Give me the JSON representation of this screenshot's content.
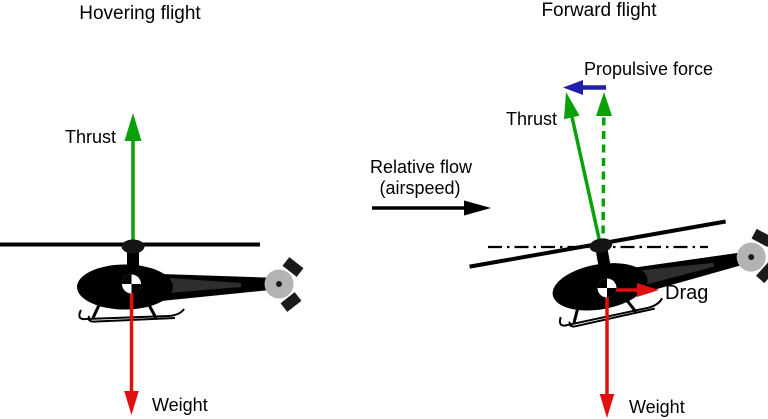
{
  "diagram": {
    "type": "physics-forces-diagram",
    "subject": "helicopter flight forces: hovering vs forward flight",
    "left_panel": {
      "title": "Hovering flight",
      "labels": {
        "thrust": "Thrust",
        "weight": "Weight"
      }
    },
    "center": {
      "flow_label_line1": "Relative flow",
      "flow_label_line2": "(airspeed)"
    },
    "right_panel": {
      "title": "Forward flight",
      "labels": {
        "propulsive_force": "Propulsive force",
        "thrust": "Thrust",
        "drag": "Drag",
        "weight": "Weight"
      }
    },
    "arrows": [
      {
        "name": "thrust-hover-arrow",
        "direction": "up",
        "style": "solid",
        "color": "#0aa00a"
      },
      {
        "name": "weight-hover-arrow",
        "direction": "down",
        "style": "solid",
        "color": "#e01010"
      },
      {
        "name": "relative-flow-arrow",
        "direction": "right",
        "style": "solid",
        "color": "#000000"
      },
      {
        "name": "thrust-forward-arrow",
        "direction": "up-tilted",
        "style": "solid",
        "color": "#0aa00a"
      },
      {
        "name": "thrust-vertical-component-arrow",
        "direction": "up",
        "style": "dashed",
        "color": "#0aa00a"
      },
      {
        "name": "propulsive-force-arrow",
        "direction": "left",
        "style": "solid",
        "color": "#2020a8"
      },
      {
        "name": "drag-arrow",
        "direction": "right",
        "style": "solid",
        "color": "#e01010"
      },
      {
        "name": "weight-forward-arrow",
        "direction": "down",
        "style": "solid",
        "color": "#e01010"
      }
    ],
    "colors": {
      "thrust_green": "#0aa00a",
      "weight_red": "#e01010",
      "propulsive_blue": "#2020a8",
      "ink_black": "#000000",
      "tail_rotor_gray": "#b3b3b3",
      "background": "#ffffff"
    }
  }
}
